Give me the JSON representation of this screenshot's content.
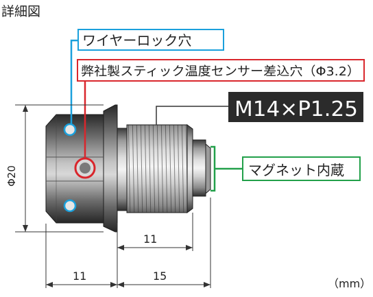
{
  "title": "詳細図",
  "callouts": {
    "wire_lock_hole": "ワイヤーロック穴",
    "sensor_hole": "弊社製スティック温度センサー差込穴（Φ3.2）",
    "thread_spec": "M14×P1.25",
    "magnet": "マグネット内蔵"
  },
  "dimensions": {
    "diameter": "Φ20",
    "thread_length": "11",
    "head_length": "11",
    "total_right": "15"
  },
  "unit": "（mm）",
  "colors": {
    "wire_lock": "#1aa0dc",
    "sensor": "#d9262c",
    "thread_box": "#2b2b2b",
    "magnet": "#22a04a"
  }
}
